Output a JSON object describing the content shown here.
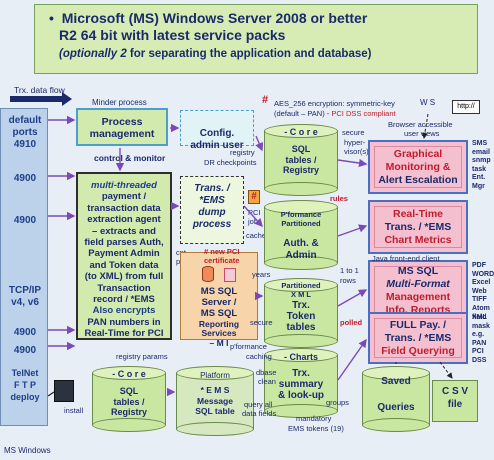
{
  "banner": {
    "bullet": "•",
    "line1": "Microsoft (MS) Windows Server 2008 or better",
    "line2": "R2 64 bit with latest service packs",
    "line3_italic": "(optionally 2",
    "line3_rest": " for separating the  application  and  database)"
  },
  "trx_flow": "Trx. data flow",
  "left_ports": {
    "default": "default",
    "ports": "ports",
    "p4910": "4910",
    "p4900_a": "4900",
    "p4900_b": "4900",
    "tcpip": "TCP/IP",
    "v4v6": "v4, v6",
    "p4900_c": "4900",
    "p4900_d": "4900",
    "telnet": "TelNet",
    "ftp": "F T P",
    "deploy": "deploy",
    "install": "install",
    "ms_windows": "MS Windows"
  },
  "labels": {
    "minder_process": "Minder process",
    "process_management": "Process management",
    "config_admin": "Config.\nadmin user",
    "control_monitor": "control & monitor",
    "registry": "registry",
    "dr_checkpoints": "DR checkpoints",
    "aes_hash": "#",
    "aes_line1": "AES_256 encryption: symmetric-key",
    "aes_line2a": "(default – PAN) - ",
    "aes_line2b": "PCI DSS compliant",
    "ws": "W S",
    "http": "http://",
    "browser": "Browser accessible",
    "user_views": "user views",
    "secure": "secure",
    "hypervisors": "hyper-\nvisor(s)",
    "rules": "rules",
    "pci": "PCI",
    "job": "job",
    "cache": "cache",
    "cnt": "cnt.",
    "pool": "pool",
    "new_pci": "# new PCI",
    "certificate": "certificate",
    "years": "years",
    "one_to_1": "1  to  1",
    "rows": "rows",
    "java_front": "Java front-end client",
    "secure2": "secure",
    "polled": "polled",
    "registry_params": "registry  params",
    "p_formance": "p'formance",
    "caching": "caching",
    "dbase": "dbase",
    "clean": "clean",
    "query_all": "query all",
    "data_fields": "data fields",
    "groups": "groups",
    "mandatory": "mandatory",
    "ems_tokens": "EMS tokens (19)"
  },
  "extraction": {
    "multi": "multi-threaded",
    "line2": "payment /",
    "line3": "transaction data",
    "line4": "extraction agent",
    "line5": "– extracts and",
    "line6": "field parses Auth,",
    "line7": "Payment Admin",
    "line8": "and Token data",
    "line9": "(to XML) from full",
    "line10": "Transaction",
    "line11": "record / *EMS",
    "line12": "Also encrypts",
    "line13": "PAN numbers in",
    "line14": "Real-Time for PCI"
  },
  "trans_dump": {
    "line1": "Trans. /",
    "line2": "*EMS",
    "line3": "dump",
    "line4": "process",
    "hash": "#"
  },
  "mssql_server": {
    "line1": "MS SQL",
    "line2": "Server /",
    "line3": "MS SQL",
    "line4": "Reporting",
    "line5": "Services",
    "line6": "– M I"
  },
  "cylinders": {
    "core_top": "- C o r e",
    "sql_tables_top": "SQL\ntables /\nRegistry",
    "pformance_partitioned": "P'formance\nPartitioned",
    "auth_admin": "Auth. &\nAdmin",
    "partitioned_xml": "Partitioned\nX M L",
    "trx_token": "Trx.\nToken\ntables",
    "charts": "- Charts",
    "trx_summary": "Trx.\nsummary\n& look-up",
    "core_bottom": "- C o r e",
    "sql_tables_bottom": "SQL\ntables /\nRegistry",
    "platform": "Platform",
    "ems": "* E M S",
    "message": "Message\nSQL table",
    "saved": "Saved",
    "queries": "Queries",
    "csv": "C  S  V",
    "file": "file"
  },
  "right_boxes": [
    {
      "line1": "Graphical",
      "line2": "Monitoring &",
      "line3": "Alert Escalation",
      "side": "SMS\nemail\nsnmp\ntask\nEnt.\nMgr"
    },
    {
      "line1": "Real-Time",
      "line2": "Trans. / *EMS",
      "line3": "Chart Metrics",
      "side": ""
    },
    {
      "line1": "MS SQL",
      "line2": "Multi-Format",
      "line3": "Management",
      "line4": "Info. Reports",
      "side": "PDF\nWORD\nExcel\nWeb\nTIFF\nAtom\nXML"
    },
    {
      "line1": "FULL Pay. /",
      "line2": "Trans. / *EMS",
      "line3": "Field Querying",
      "side": "field\nmask\ne.g.\nPAN\nPCI\nDSS"
    }
  ]
}
